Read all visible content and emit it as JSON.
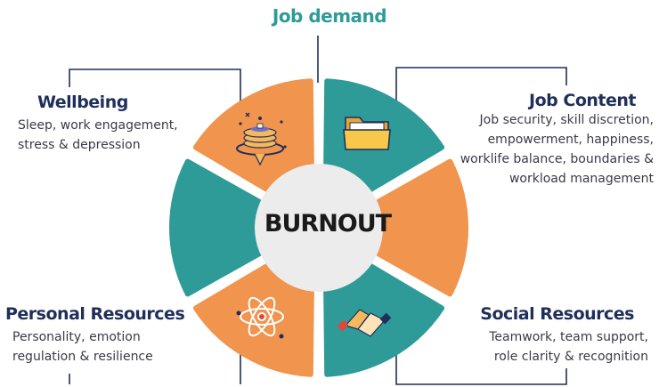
{
  "top": {
    "title": "Job demand"
  },
  "center": {
    "label": "BURNOUT"
  },
  "wellbeing": {
    "title": "Wellbeing",
    "lines": [
      "Sleep, work engagement,",
      "stress & depression"
    ]
  },
  "job_content": {
    "title": "Job Content",
    "lines": [
      "Job security, skill discretion,",
      "empowerment, happiness,",
      "worklife balance, boundaries &",
      "workload management"
    ]
  },
  "personal_resources": {
    "title": "Personal Resources",
    "lines": [
      "Personality, emotion",
      "regulation & resilience"
    ]
  },
  "social_resources": {
    "title": "Social Resources",
    "lines": [
      "Teamwork, team support,",
      "role clarity & recognition"
    ]
  },
  "colors": {
    "teal": "#2e9b98",
    "orange": "#f0944e",
    "navy": "#1f2f5a",
    "center": "#ececec"
  },
  "icons": [
    "pancake-icon",
    "folder-icon",
    "atom-icon",
    "handshake-icon"
  ]
}
